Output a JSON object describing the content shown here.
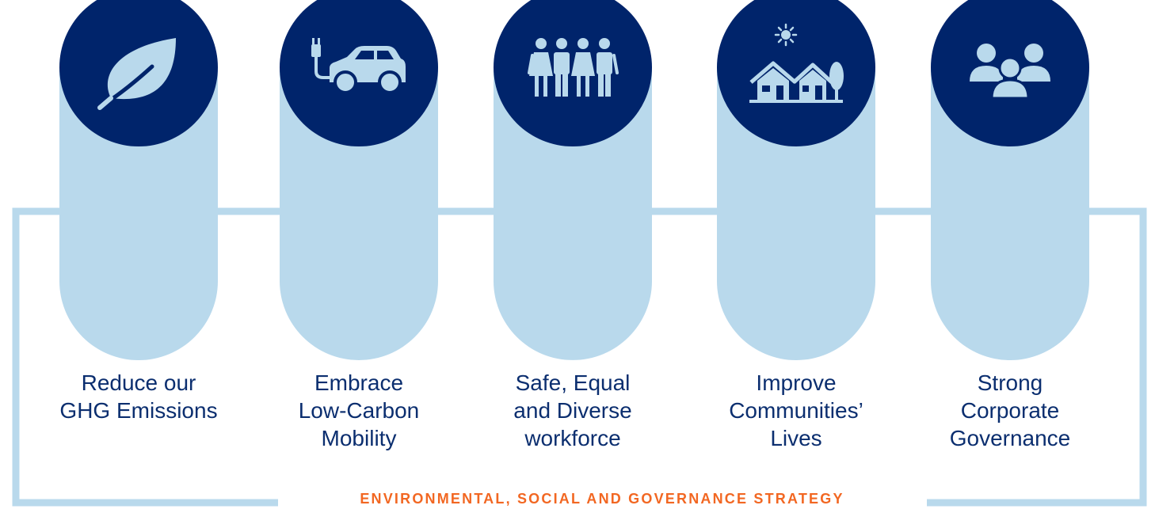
{
  "colors": {
    "pillar": "#b9d9ec",
    "circle": "#00246b",
    "icon": "#b9d9ec",
    "label_text": "#0b2e6f",
    "strategy_text": "#f26722",
    "frame": "#b9d9ec"
  },
  "pillars": [
    {
      "id": "ghg",
      "icon": "leaf-icon",
      "lines": [
        "Reduce our",
        "GHG Emissions"
      ]
    },
    {
      "id": "mobility",
      "icon": "electric-car-icon",
      "lines": [
        "Embrace",
        "Low-Carbon",
        "Mobility"
      ]
    },
    {
      "id": "workforce",
      "icon": "people-group-icon",
      "lines": [
        "Safe, Equal",
        "and Diverse",
        "workforce"
      ]
    },
    {
      "id": "communities",
      "icon": "houses-sun-icon",
      "lines": [
        "Improve",
        "Communities’",
        "Lives"
      ]
    },
    {
      "id": "governance",
      "icon": "team-icon",
      "lines": [
        "Strong",
        "Corporate",
        "Governance"
      ]
    }
  ],
  "strategy": {
    "title": "ENVIRONMENTAL, SOCIAL AND GOVERNANCE STRATEGY"
  }
}
